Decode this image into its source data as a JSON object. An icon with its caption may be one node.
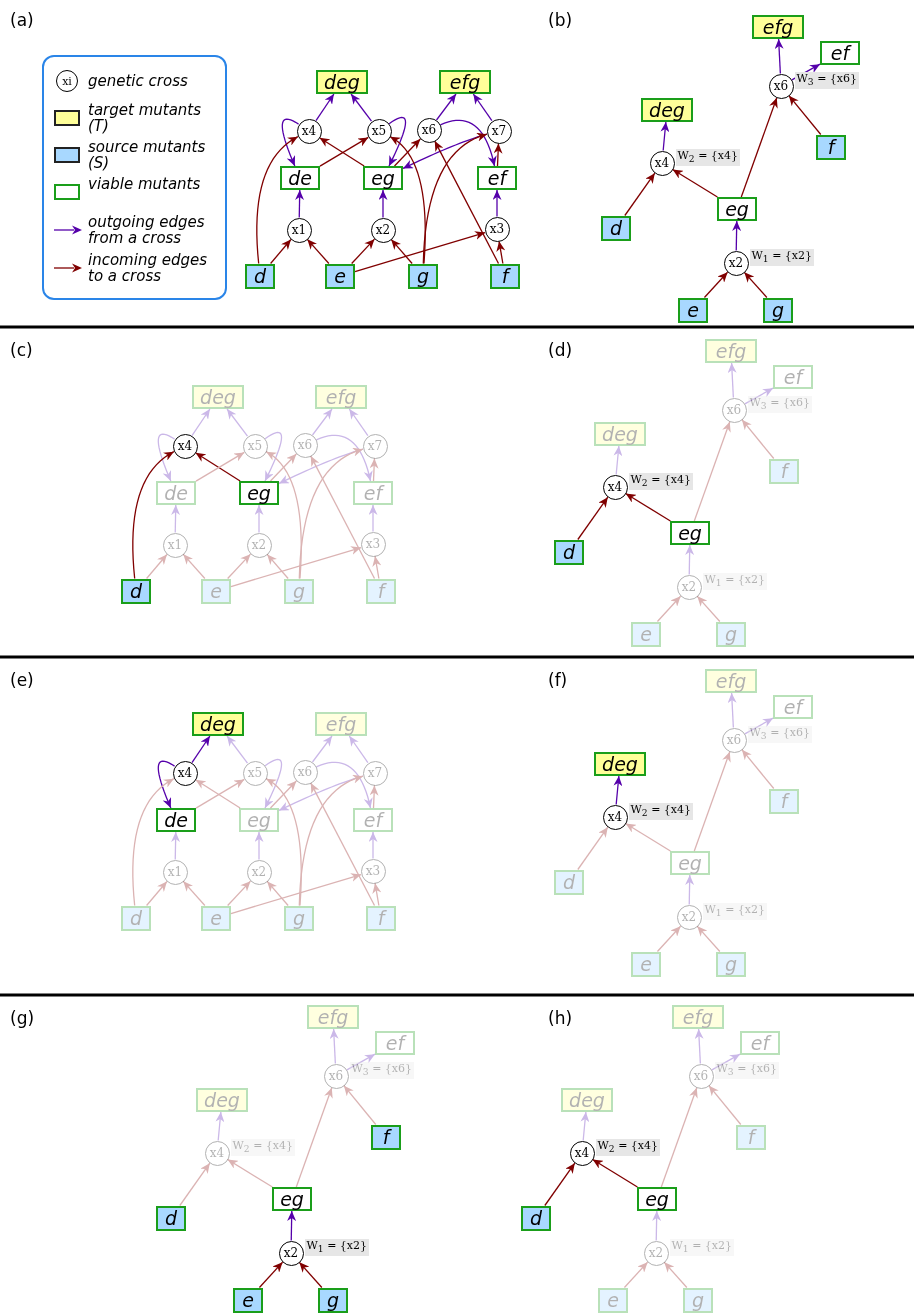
{
  "diagram": {
    "nodes": [
      {
        "text": [
          "deg"
        ]
      },
      {
        "text": [
          "efg"
        ]
      },
      {
        "text": [
          "x4"
        ]
      },
      {
        "text": [
          "x5"
        ]
      },
      {
        "text": [
          "x6"
        ]
      },
      {
        "text": [
          "x7"
        ]
      },
      {
        "text": [
          "de"
        ]
      },
      {
        "text": [
          "eg"
        ]
      },
      {
        "text": [
          "ef"
        ]
      },
      {
        "text": [
          "x1"
        ]
      },
      {
        "text": [
          "x2"
        ]
      },
      {
        "text": [
          "x3"
        ]
      },
      {
        "text": [
          "d"
        ]
      },
      {
        "text": [
          "e"
        ]
      },
      {
        "text": [
          "g"
        ]
      },
      {
        "text": [
          "f"
        ]
      },
      {
        "text": [
          "efg"
        ]
      },
      {
        "text": [
          "ef"
        ]
      },
      {
        "text": [
          "x6"
        ],
        "beside": [
          "W$_{3}$ = {x6}"
        ]
      },
      {
        "text": [
          "deg"
        ]
      },
      {
        "text": [
          "x4"
        ],
        "beside": [
          "W$_{2}$ = {x4}"
        ]
      },
      {
        "text": [
          "f"
        ]
      },
      {
        "text": [
          "eg"
        ]
      },
      {
        "text": [
          "d"
        ]
      },
      {
        "text": [
          "x2"
        ],
        "beside": [
          "W$_{1}$ = {x2}"
        ]
      },
      {
        "text": [
          "e"
        ]
      },
      {
        "text": [
          "g"
        ]
      },
      {
        "text": [
          "deg"
        ]
      },
      {
        "text": [
          "efg"
        ]
      },
      {
        "text": [
          "x4"
        ]
      },
      {
        "text": [
          "x5"
        ]
      },
      {
        "text": [
          "x6"
        ]
      },
      {
        "text": [
          "x7"
        ]
      },
      {
        "text": [
          "de"
        ]
      },
      {
        "text": [
          "eg"
        ]
      },
      {
        "text": [
          "ef"
        ]
      },
      {
        "text": [
          "x1"
        ]
      },
      {
        "text": [
          "x2"
        ]
      },
      {
        "text": [
          "x3"
        ]
      },
      {
        "text": [
          "d"
        ]
      },
      {
        "text": [
          "e"
        ]
      },
      {
        "text": [
          "g"
        ]
      },
      {
        "text": [
          "f"
        ]
      },
      {
        "text": [
          "efg"
        ]
      },
      {
        "text": [
          "ef"
        ]
      },
      {
        "text": [
          "x6"
        ],
        "beside": [
          "W$_{3}$ = {x6}"
        ]
      },
      {
        "text": [
          "deg"
        ]
      },
      {
        "text": [
          "x4"
        ],
        "beside": [
          "W$_{2}$ = {x4}"
        ]
      },
      {
        "text": [
          "f"
        ]
      },
      {
        "text": [
          "eg"
        ]
      },
      {
        "text": [
          "d"
        ]
      },
      {
        "text": [
          "x2"
        ],
        "beside": [
          "W$_{1}$ = {x2}"
        ]
      },
      {
        "text": [
          "e"
        ]
      },
      {
        "text": [
          "g"
        ]
      },
      {
        "text": [
          "deg"
        ]
      },
      {
        "text": [
          "efg"
        ]
      },
      {
        "text": [
          "x4"
        ]
      },
      {
        "text": [
          "x5"
        ]
      },
      {
        "text": [
          "x6"
        ]
      },
      {
        "text": [
          "x7"
        ]
      },
      {
        "text": [
          "de"
        ]
      },
      {
        "text": [
          "eg"
        ]
      },
      {
        "text": [
          "ef"
        ]
      },
      {
        "text": [
          "x1"
        ]
      },
      {
        "text": [
          "x2"
        ]
      },
      {
        "text": [
          "x3"
        ]
      },
      {
        "text": [
          "d"
        ]
      },
      {
        "text": [
          "e"
        ]
      },
      {
        "text": [
          "g"
        ]
      },
      {
        "text": [
          "f"
        ]
      },
      {
        "text": [
          "efg"
        ]
      },
      {
        "text": [
          "ef"
        ]
      },
      {
        "text": [
          "x6"
        ],
        "beside": [
          "W$_{3}$ = {x6}"
        ]
      },
      {
        "text": [
          "deg"
        ]
      },
      {
        "text": [
          "x4"
        ],
        "beside": [
          "W$_{2}$ = {x4}"
        ]
      },
      {
        "text": [
          "f"
        ]
      },
      {
        "text": [
          "eg"
        ]
      },
      {
        "text": [
          "d"
        ]
      },
      {
        "text": [
          "x2"
        ],
        "beside": [
          "W$_{1}$ = {x2}"
        ]
      },
      {
        "text": [
          "e"
        ]
      },
      {
        "text": [
          "g"
        ]
      },
      {
        "text": [
          "efg"
        ]
      },
      {
        "text": [
          "ef"
        ]
      },
      {
        "text": [
          "x6"
        ],
        "beside": [
          "W$_{3}$ = {x6}"
        ]
      },
      {
        "text": [
          "deg"
        ]
      },
      {
        "text": [
          "x4"
        ],
        "beside": [
          "W$_{2}$ = {x4}"
        ]
      },
      {
        "text": [
          "f"
        ]
      },
      {
        "text": [
          "eg"
        ]
      },
      {
        "text": [
          "d"
        ]
      },
      {
        "text": [
          "x2"
        ],
        "beside": [
          "W$_{1}$ = {x2}"
        ]
      },
      {
        "text": [
          "e"
        ]
      },
      {
        "text": [
          "g"
        ]
      },
      {
        "text": [
          "efg"
        ]
      },
      {
        "text": [
          "ef"
        ]
      },
      {
        "text": [
          "x6"
        ],
        "beside": [
          "W$_{3}$ = {x6}"
        ]
      },
      {
        "text": [
          "deg"
        ]
      },
      {
        "text": [
          "x4"
        ],
        "beside": [
          "W$_{2}$ = {x4}"
        ]
      },
      {
        "text": [
          "f"
        ]
      },
      {
        "text": [
          "eg"
        ]
      },
      {
        "text": [
          "d"
        ]
      },
      {
        "text": [
          "x2"
        ],
        "beside": [
          "W$_{1}$ = {x2}"
        ]
      },
      {
        "text": [
          "e"
        ]
      },
      {
        "text": [
          "g"
        ]
      }
    ],
    "edges": [
      {
        "from": 2,
        "to": 0,
        "arrow": "to",
        "color": "#5500aa"
      },
      {
        "from": 3,
        "to": 0,
        "arrow": "to",
        "color": "#5500aa"
      },
      {
        "from": 4,
        "to": 1,
        "arrow": "to",
        "color": "#5500aa"
      },
      {
        "from": 5,
        "to": 1,
        "arrow": "to",
        "color": "#5500aa"
      },
      {
        "from": 2,
        "to": 6,
        "arrow": "to",
        "color": "#5500aa"
      },
      {
        "from": 3,
        "to": 7,
        "arrow": "to",
        "color": "#5500aa"
      },
      {
        "from": 4,
        "to": 8,
        "arrow": "to",
        "color": "#5500aa"
      },
      {
        "from": 5,
        "to": 7,
        "arrow": "to",
        "color": "#5500aa"
      },
      {
        "from": 12,
        "to": 2,
        "arrow": "to",
        "color": "#800000"
      },
      {
        "from": 7,
        "to": 2,
        "arrow": "to",
        "color": "#800000"
      },
      {
        "from": 6,
        "to": 3,
        "arrow": "to",
        "color": "#800000"
      },
      {
        "from": 14,
        "to": 3,
        "arrow": "to",
        "color": "#800000"
      },
      {
        "from": 7,
        "to": 4,
        "arrow": "to",
        "color": "#800000"
      },
      {
        "from": 15,
        "to": 4,
        "arrow": "to",
        "color": "#800000"
      },
      {
        "from": 14,
        "to": 5,
        "arrow": "to",
        "color": "#800000"
      },
      {
        "from": 8,
        "to": 5,
        "arrow": "to",
        "color": "#800000"
      },
      {
        "from": 9,
        "to": 6,
        "arrow": "to",
        "color": "#5500aa"
      },
      {
        "from": 10,
        "to": 7,
        "arrow": "to",
        "color": "#5500aa"
      },
      {
        "from": 11,
        "to": 8,
        "arrow": "to",
        "color": "#5500aa"
      },
      {
        "from": 12,
        "to": 9,
        "arrow": "to",
        "color": "#800000"
      },
      {
        "from": 13,
        "to": 9,
        "arrow": "to",
        "color": "#800000"
      },
      {
        "from": 13,
        "to": 10,
        "arrow": "to",
        "color": "#800000"
      },
      {
        "from": 14,
        "to": 10,
        "arrow": "to",
        "color": "#800000"
      },
      {
        "from": 13,
        "to": 11,
        "arrow": "to",
        "color": "#800000"
      },
      {
        "from": 15,
        "to": 11,
        "arrow": "to",
        "color": "#800000"
      },
      {
        "from": 18,
        "to": 16,
        "arrow": "to",
        "color": "#5500aa"
      },
      {
        "from": 18,
        "to": 17,
        "arrow": "to",
        "color": "#5500aa"
      },
      {
        "from": 21,
        "to": 18,
        "arrow": "to",
        "color": "#800000"
      },
      {
        "from": 22,
        "to": 18,
        "arrow": "to",
        "color": "#800000"
      },
      {
        "from": 20,
        "to": 19,
        "arrow": "to",
        "color": "#5500aa"
      },
      {
        "from": 23,
        "to": 20,
        "arrow": "to",
        "color": "#800000"
      },
      {
        "from": 22,
        "to": 20,
        "arrow": "to",
        "color": "#800000"
      },
      {
        "from": 24,
        "to": 22,
        "arrow": "to",
        "color": "#5500aa"
      },
      {
        "from": 25,
        "to": 24,
        "arrow": "to",
        "color": "#800000"
      },
      {
        "from": 26,
        "to": 24,
        "arrow": "to",
        "color": "#800000"
      },
      {
        "from": 29,
        "to": 27,
        "arrow": "to",
        "color": "#cbb8e8"
      },
      {
        "from": 30,
        "to": 27,
        "arrow": "to",
        "color": "#cbb8e8"
      },
      {
        "from": 31,
        "to": 28,
        "arrow": "to",
        "color": "#cbb8e8"
      },
      {
        "from": 32,
        "to": 28,
        "arrow": "to",
        "color": "#cbb8e8"
      },
      {
        "from": 29,
        "to": 33,
        "arrow": "to",
        "color": "#cbb8e8"
      },
      {
        "from": 30,
        "to": 34,
        "arrow": "to",
        "color": "#cbb8e8"
      },
      {
        "from": 31,
        "to": 35,
        "arrow": "to",
        "color": "#cbb8e8"
      },
      {
        "from": 32,
        "to": 34,
        "arrow": "to",
        "color": "#cbb8e8"
      },
      {
        "from": 39,
        "to": 29,
        "arrow": "to",
        "color": "#800000"
      },
      {
        "from": 34,
        "to": 29,
        "arrow": "to",
        "color": "#800000"
      },
      {
        "from": 33,
        "to": 30,
        "arrow": "to"
      },
      {
        "from": 41,
        "to": 30,
        "arrow": "to"
      },
      {
        "from": 34,
        "to": 31,
        "arrow": "to"
      },
      {
        "from": 42,
        "to": 31,
        "arrow": "to"
      },
      {
        "from": 41,
        "to": 32,
        "arrow": "to"
      },
      {
        "from": 35,
        "to": 32,
        "arrow": "to"
      },
      {
        "from": 36,
        "to": 33,
        "arrow": "to",
        "color": "#cbb8e8"
      },
      {
        "from": 37,
        "to": 34,
        "arrow": "to",
        "color": "#cbb8e8"
      },
      {
        "from": 38,
        "to": 35,
        "arrow": "to",
        "color": "#cbb8e8"
      },
      {
        "from": 39,
        "to": 36,
        "arrow": "to"
      },
      {
        "from": 40,
        "to": 36,
        "arrow": "to"
      },
      {
        "from": 40,
        "to": 37,
        "arrow": "to"
      },
      {
        "from": 41,
        "to": 37,
        "arrow": "to"
      },
      {
        "from": 40,
        "to": 38,
        "arrow": "to"
      },
      {
        "from": 42,
        "to": 38,
        "arrow": "to"
      },
      {
        "from": 45,
        "to": 43,
        "arrow": "to",
        "color": "#cbb8e8"
      },
      {
        "from": 45,
        "to": 44,
        "arrow": "to",
        "color": "#cbb8e8"
      },
      {
        "from": 48,
        "to": 45,
        "arrow": "to"
      },
      {
        "from": 49,
        "to": 45,
        "arrow": "to"
      },
      {
        "from": 47,
        "to": 46,
        "arrow": "to",
        "color": "#cbb8e8"
      },
      {
        "from": 50,
        "to": 47,
        "arrow": "to",
        "color": "#800000"
      },
      {
        "from": 49,
        "to": 47,
        "arrow": "to",
        "color": "#800000"
      },
      {
        "from": 51,
        "to": 49,
        "arrow": "to",
        "color": "#cbb8e8"
      },
      {
        "from": 52,
        "to": 51,
        "arrow": "to"
      },
      {
        "from": 53,
        "to": 51,
        "arrow": "to"
      },
      {
        "from": 56,
        "to": 54,
        "arrow": "to",
        "color": "#5500aa"
      },
      {
        "from": 57,
        "to": 54,
        "arrow": "to",
        "color": "#cbb8e8"
      },
      {
        "from": 58,
        "to": 55,
        "arrow": "to",
        "color": "#cbb8e8"
      },
      {
        "from": 59,
        "to": 55,
        "arrow": "to",
        "color": "#cbb8e8"
      },
      {
        "from": 56,
        "to": 60,
        "arrow": "to",
        "color": "#5500aa"
      },
      {
        "from": 57,
        "to": 61,
        "arrow": "to",
        "color": "#cbb8e8"
      },
      {
        "from": 58,
        "to": 62,
        "arrow": "to",
        "color": "#cbb8e8"
      },
      {
        "from": 59,
        "to": 61,
        "arrow": "to",
        "color": "#cbb8e8"
      },
      {
        "from": 66,
        "to": 56,
        "arrow": "to"
      },
      {
        "from": 61,
        "to": 56,
        "arrow": "to"
      },
      {
        "from": 60,
        "to": 57,
        "arrow": "to"
      },
      {
        "from": 68,
        "to": 57,
        "arrow": "to"
      },
      {
        "from": 61,
        "to": 58,
        "arrow": "to"
      },
      {
        "from": 69,
        "to": 58,
        "arrow": "to"
      },
      {
        "from": 68,
        "to": 59,
        "arrow": "to"
      },
      {
        "from": 62,
        "to": 59,
        "arrow": "to"
      },
      {
        "from": 63,
        "to": 60,
        "arrow": "to",
        "color": "#cbb8e8"
      },
      {
        "from": 64,
        "to": 61,
        "arrow": "to",
        "color": "#cbb8e8"
      },
      {
        "from": 65,
        "to": 62,
        "arrow": "to",
        "color": "#cbb8e8"
      },
      {
        "from": 66,
        "to": 63,
        "arrow": "to"
      },
      {
        "from": 67,
        "to": 63,
        "arrow": "to"
      },
      {
        "from": 67,
        "to": 64,
        "arrow": "to"
      },
      {
        "from": 68,
        "to": 64,
        "arrow": "to"
      },
      {
        "from": 67,
        "to": 65,
        "arrow": "to"
      },
      {
        "from": 69,
        "to": 65,
        "arrow": "to"
      },
      {
        "from": 72,
        "to": 70,
        "arrow": "to",
        "color": "#cbb8e8"
      },
      {
        "from": 72,
        "to": 71,
        "arrow": "to",
        "color": "#cbb8e8"
      },
      {
        "from": 75,
        "to": 72,
        "arrow": "to"
      },
      {
        "from": 76,
        "to": 72,
        "arrow": "to"
      },
      {
        "from": 74,
        "to": 73,
        "arrow": "to",
        "color": "#5500aa"
      },
      {
        "from": 77,
        "to": 74,
        "arrow": "to"
      },
      {
        "from": 76,
        "to": 74,
        "arrow": "to"
      },
      {
        "from": 78,
        "to": 76,
        "arrow": "to",
        "color": "#cbb8e8"
      },
      {
        "from": 79,
        "to": 78,
        "arrow": "to"
      },
      {
        "from": 80,
        "to": 78,
        "arrow": "to"
      },
      {
        "from": 83,
        "to": 81,
        "arrow": "to",
        "color": "#cbb8e8"
      },
      {
        "from": 83,
        "to": 82,
        "arrow": "to",
        "color": "#cbb8e8"
      },
      {
        "from": 86,
        "to": 83,
        "arrow": "to"
      },
      {
        "from": 87,
        "to": 83,
        "arrow": "to"
      },
      {
        "from": 85,
        "to": 84,
        "arrow": "to",
        "color": "#cbb8e8"
      },
      {
        "from": 88,
        "to": 85,
        "arrow": "to"
      },
      {
        "from": 87,
        "to": 85,
        "arrow": "to"
      },
      {
        "from": 89,
        "to": 87,
        "arrow": "to",
        "color": "#5500aa"
      },
      {
        "from": 90,
        "to": 89,
        "arrow": "to",
        "color": "#800000"
      },
      {
        "from": 91,
        "to": 89,
        "arrow": "to",
        "color": "#800000"
      },
      {
        "from": 94,
        "to": 92,
        "arrow": "to",
        "color": "#cbb8e8"
      },
      {
        "from": 94,
        "to": 93,
        "arrow": "to",
        "color": "#cbb8e8"
      },
      {
        "from": 97,
        "to": 94,
        "arrow": "to"
      },
      {
        "from": 98,
        "to": 94,
        "arrow": "to"
      },
      {
        "from": 96,
        "to": 95,
        "arrow": "to",
        "color": "#cbb8e8"
      },
      {
        "from": 99,
        "to": 96,
        "arrow": "to",
        "color": "#800000"
      },
      {
        "from": 98,
        "to": 96,
        "arrow": "to",
        "color": "#800000"
      },
      {
        "from": 100,
        "to": 98,
        "arrow": "to",
        "color": "#cbb8e8"
      },
      {
        "from": 101,
        "to": 100,
        "arrow": "to"
      },
      {
        "from": 102,
        "to": 100,
        "arrow": "to"
      }
    ],
    "labels": [
      "(a)",
      "(b)",
      "(c)",
      "(d)",
      "(e)",
      "(f)",
      "(g)",
      "(h)",
      "xi"
    ],
    "legend": [
      {
        "text": "genetic cross"
      },
      {
        "text": "target mutants (T)",
        "color": "#ffff99"
      },
      {
        "text": "source mutants (S)",
        "color": "#a8d8ff"
      },
      {
        "text": "viable mutants"
      },
      {
        "text": "outgoing edges from a cross"
      },
      {
        "text": "incoming edges to a cross"
      }
    ]
  }
}
